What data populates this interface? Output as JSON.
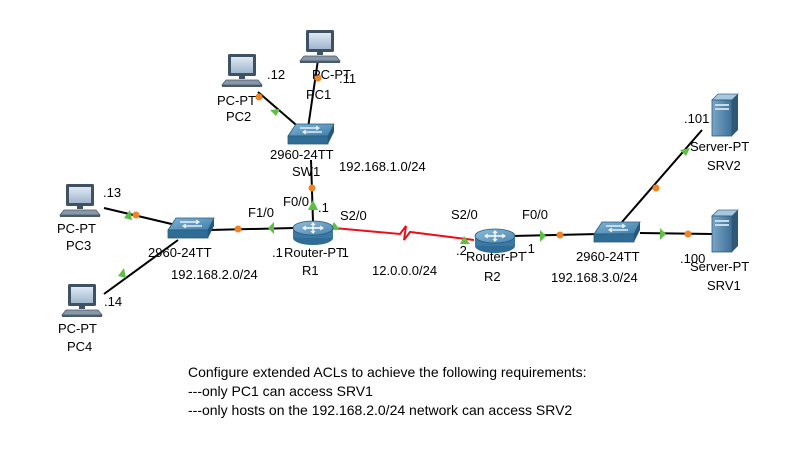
{
  "devices": {
    "pc1": {
      "type": "PC-PT",
      "name": "PC1",
      "ip": ".11"
    },
    "pc2": {
      "type": "PC-PT",
      "name": "PC2",
      "ip": ".12"
    },
    "pc3": {
      "type": "PC-PT",
      "name": "PC3",
      "ip": ".13"
    },
    "pc4": {
      "type": "PC-PT",
      "name": "PC4",
      "ip": ".14"
    },
    "sw1": {
      "type": "2960-24TT",
      "name": "SW1"
    },
    "sw2": {
      "type": "2960-24TT"
    },
    "sw3": {
      "type": "2960-24TT"
    },
    "r1": {
      "type": "Router-PT",
      "name": "R1"
    },
    "r2": {
      "type": "Router-PT",
      "name": "R2"
    },
    "srv1": {
      "type": "Server-PT",
      "name": "SRV1",
      "ip": ".100"
    },
    "srv2": {
      "type": "Server-PT",
      "name": "SRV2",
      "ip": ".101"
    }
  },
  "networks": {
    "lan1": "192.168.1.0/24",
    "lan2": "192.168.2.0/24",
    "lan3": "192.168.3.0/24",
    "wan": "12.0.0.0/24"
  },
  "interfaces": {
    "r1_f00": "F0/0",
    "r1_f10": "F1/0",
    "r1_s20": "S2/0",
    "r1_f00_ip": ".1",
    "r1_f10_ip": ".1",
    "r1_s20_ip": ".1",
    "r2_s20": "S2/0",
    "r2_f00": "F0/0",
    "r2_s20_ip": ".2",
    "r2_f00_ip": ".1"
  },
  "note": {
    "line1": "Configure extended ACLs to achieve the following requirements:",
    "line2": "---only PC1 can access SRV1",
    "line3": "---only hosts on the 192.168.2.0/24 network can access SRV2"
  },
  "colors": {
    "link": "#000000",
    "serial": "#e8111b",
    "port_up": "#5dc043",
    "port_pending": "#f08323"
  }
}
